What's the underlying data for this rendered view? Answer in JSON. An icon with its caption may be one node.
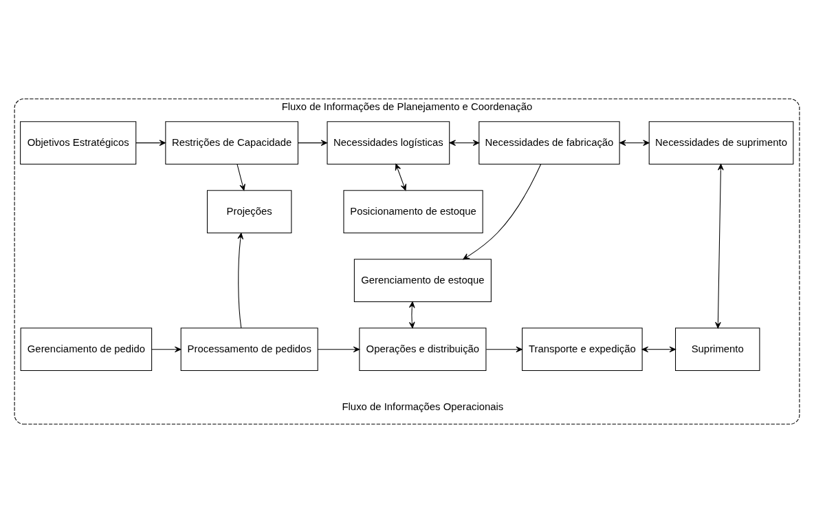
{
  "diagram": {
    "nodes": [
      {
        "text": [
          "Fluxo de Informações de Planejamento e Coordenação",
          "Fluxo de Informações Operacionais"
        ]
      },
      {
        "text": [
          "Objetivos Estratégicos"
        ],
        "in": 0
      },
      {
        "text": [
          "Restrições de Capacidade"
        ],
        "in": 0
      },
      {
        "text": [
          "Necessidades logísticas"
        ],
        "in": 0
      },
      {
        "text": [
          "Necessidades de fabricação"
        ],
        "in": 0
      },
      {
        "text": [
          "Necessidades de suprimento"
        ],
        "in": 0
      },
      {
        "text": [
          "Posicionamento de estoque"
        ],
        "in": 0
      },
      {
        "text": [
          "Projeções"
        ],
        "in": 0
      },
      {
        "text": [
          "Gerenciamento de estoque"
        ],
        "in": 0
      },
      {
        "text": [
          "Gerenciamento de pedido"
        ],
        "in": 0
      },
      {
        "text": [
          "Processamento de pedidos"
        ],
        "in": 0
      },
      {
        "text": [
          "Operações e distribuição"
        ],
        "in": 0
      },
      {
        "text": [
          "Transporte e expedição"
        ],
        "in": 0
      },
      {
        "text": [
          "Suprimento"
        ],
        "in": 0
      }
    ],
    "edges": [
      {
        "from": 1,
        "to": 2,
        "arrow": "to"
      },
      {
        "from": 2,
        "to": 3,
        "arrow": "to"
      },
      {
        "from": 3,
        "to": 4,
        "arrow": "both"
      },
      {
        "from": 4,
        "to": 5,
        "arrow": "both"
      },
      {
        "from": 3,
        "to": 6,
        "arrow": "both"
      },
      {
        "from": 2,
        "to": 7,
        "arrow": "to"
      },
      {
        "from": 4,
        "to": 8,
        "arrow": "to"
      },
      {
        "from": 5,
        "to": 13,
        "arrow": "both"
      },
      {
        "from": 9,
        "to": 10,
        "arrow": "to"
      },
      {
        "from": 10,
        "to": 7,
        "arrow": "to"
      },
      {
        "from": 10,
        "to": 11,
        "arrow": "to"
      },
      {
        "from": 11,
        "to": 8,
        "arrow": "both"
      },
      {
        "from": 11,
        "to": 12,
        "arrow": "to"
      },
      {
        "from": 12,
        "to": 13,
        "arrow": "both"
      }
    ]
  }
}
